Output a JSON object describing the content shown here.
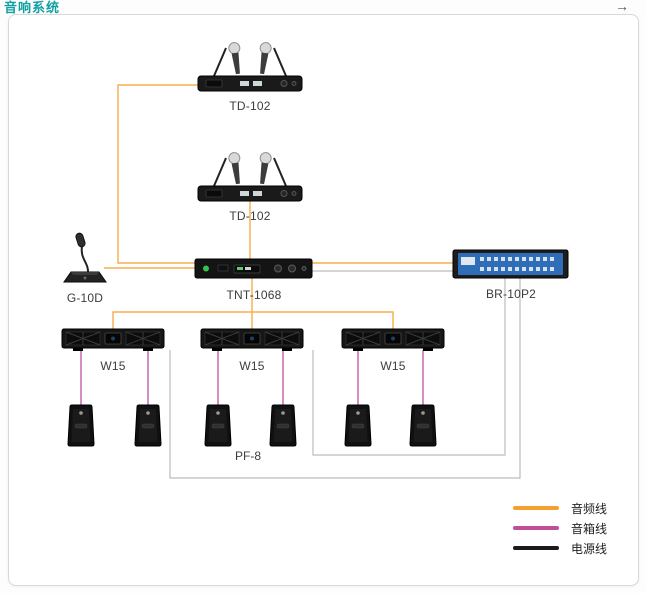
{
  "header": {
    "title": "音响系统",
    "nav_arrow": "→"
  },
  "devices": {
    "td102_1": {
      "label": "TD-102"
    },
    "td102_2": {
      "label": "TD-102"
    },
    "g10d": {
      "label": "G-10D"
    },
    "tnt1068": {
      "label": "TNT-1068"
    },
    "br10p2": {
      "label": "BR-10P2"
    },
    "w15_1": {
      "label": "W15"
    },
    "w15_2": {
      "label": "W15"
    },
    "w15_3": {
      "label": "W15"
    },
    "pf8": {
      "label": "PF-8"
    }
  },
  "legend": {
    "items": [
      {
        "label": "音频线",
        "color": "#F5A02B"
      },
      {
        "label": "音箱线",
        "color": "#BE4E9E"
      },
      {
        "label": "电源线",
        "color": "#1A1A1A"
      }
    ]
  }
}
